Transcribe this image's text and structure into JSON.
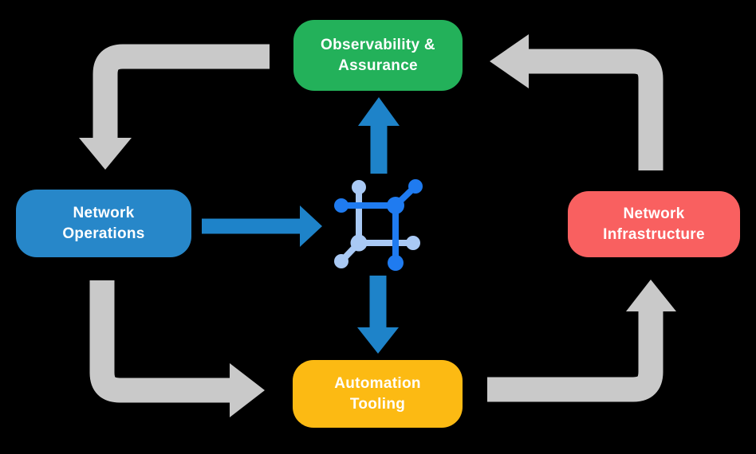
{
  "diagram": {
    "type": "cycle-flow",
    "background": "#000000",
    "nodes": {
      "observability": {
        "line1": "Observability &",
        "line2": "Assurance",
        "color": "#23b15a",
        "position": "top"
      },
      "operations": {
        "line1": "Network",
        "line2": "Operations",
        "color": "#2787c9",
        "position": "left"
      },
      "infrastructure": {
        "line1": "Network",
        "line2": "Infrastructure",
        "color": "#f96060",
        "position": "right"
      },
      "automation": {
        "line1": "Automation",
        "line2": "Tooling",
        "color": "#fcba13",
        "position": "bottom"
      }
    },
    "center_icon": {
      "name": "network-mesh-icon",
      "color_dark": "#1f7bf0",
      "color_light": "#a9c9f4"
    },
    "flows": [
      {
        "from": "observability",
        "to": "operations",
        "style": "gray-cycle"
      },
      {
        "from": "operations",
        "to": "automation",
        "style": "gray-cycle"
      },
      {
        "from": "automation",
        "to": "infrastructure",
        "style": "gray-cycle"
      },
      {
        "from": "infrastructure",
        "to": "observability",
        "style": "gray-cycle"
      },
      {
        "from": "operations",
        "to": "center-icon",
        "style": "blue-flow"
      },
      {
        "from": "center-icon",
        "to": "observability",
        "style": "blue-flow"
      },
      {
        "from": "center-icon",
        "to": "automation",
        "style": "blue-flow"
      }
    ],
    "colors": {
      "cycle_arrow": "#c9c9c9",
      "flow_arrow": "#1e83c9",
      "text": "#ffffff"
    }
  }
}
